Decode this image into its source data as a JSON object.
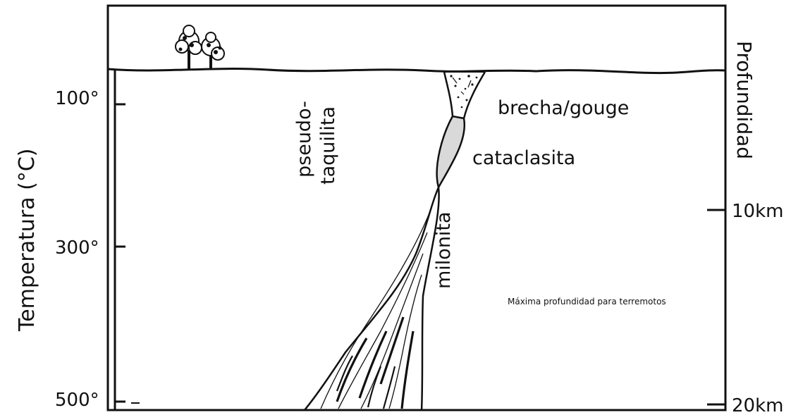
{
  "axes": {
    "left_title": "Temperatura (°C)",
    "right_title": "Profundidad",
    "temperature_ticks": [
      "100°",
      "300°",
      "500°"
    ],
    "depth_ticks": [
      "10km",
      "20km"
    ]
  },
  "labels": {
    "pseudotachylite_line1": "pseudo-",
    "pseudotachylite_line2": "taquilita",
    "breccia": "brecha/gouge",
    "cataclasite": "cataclasita",
    "mylonite": "milonita",
    "max_depth_note": "Máxima profundidad para terremotos"
  },
  "colors": {
    "line": "#111111",
    "cataclasite_fill": "#d9d9d9",
    "background": "#ffffff"
  },
  "icons": [
    "tree-icon",
    "tree-icon"
  ]
}
